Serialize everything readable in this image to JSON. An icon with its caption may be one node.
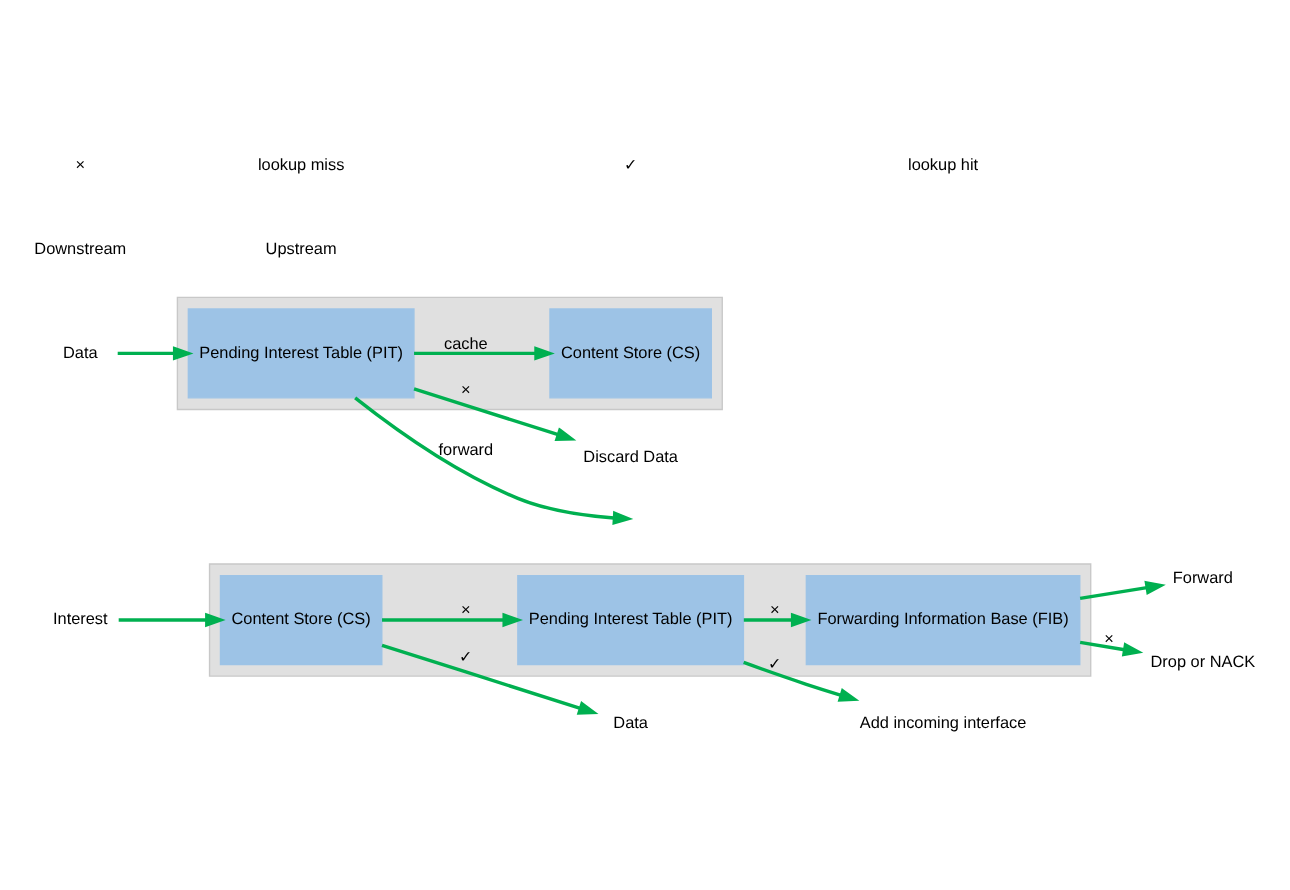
{
  "diagram": {
    "nodes": [
      {
        "text": [],
        "shape": "box"
      },
      {
        "text": [
          "Content Store (CS)"
        ],
        "in": 0
      },
      {
        "text": [
          "Pending Interest Table (PIT)"
        ],
        "in": 0
      },
      {
        "text": [
          "Forwarding Information Base (FIB)"
        ],
        "in": 0
      },
      {
        "text": [
          "Interest"
        ]
      },
      {
        "text": [
          "Forward"
        ]
      },
      {
        "text": [
          "Data"
        ]
      },
      {
        "text": [
          "Add incoming interface"
        ]
      },
      {
        "text": [
          "Drop or NACK"
        ]
      },
      {
        "text": [],
        "shape": "box"
      },
      {
        "text": [
          "Pending Interest Table (PIT)"
        ],
        "in": 9
      },
      {
        "text": [
          "Content Store (CS)"
        ],
        "in": 9
      },
      {
        "text": [
          "Data"
        ]
      },
      {
        "text": [
          "Discard Data"
        ]
      }
    ],
    "edges": [
      {
        "from": 4,
        "to": 1,
        "arrow": "to"
      },
      {
        "from": 1,
        "to": 2,
        "arrow": "to",
        "label": "×"
      },
      {
        "from": 2,
        "to": 3,
        "arrow": "to",
        "label": "×"
      },
      {
        "from": 3,
        "to": 5,
        "arrow": "to"
      },
      {
        "from": 1,
        "to": 6,
        "arrow": "to",
        "label": "✓"
      },
      {
        "from": 2,
        "to": 7,
        "arrow": "to",
        "label": "✓"
      },
      {
        "from": 3,
        "to": 8,
        "arrow": "to",
        "label": "×"
      },
      {
        "from": 12,
        "to": 10,
        "arrow": "to"
      },
      {
        "from": 10,
        "to": null,
        "arrow": "to",
        "label": "forward"
      },
      {
        "from": 10,
        "to": 11,
        "arrow": "to",
        "label": "cache"
      },
      {
        "from": 10,
        "to": 13,
        "arrow": "to",
        "label": "×"
      }
    ],
    "labels": [
      "Downstream",
      "Upstream",
      "×",
      "✓"
    ],
    "legend": [
      {
        "text": "lookup miss"
      },
      {
        "text": "lookup hit"
      }
    ]
  }
}
